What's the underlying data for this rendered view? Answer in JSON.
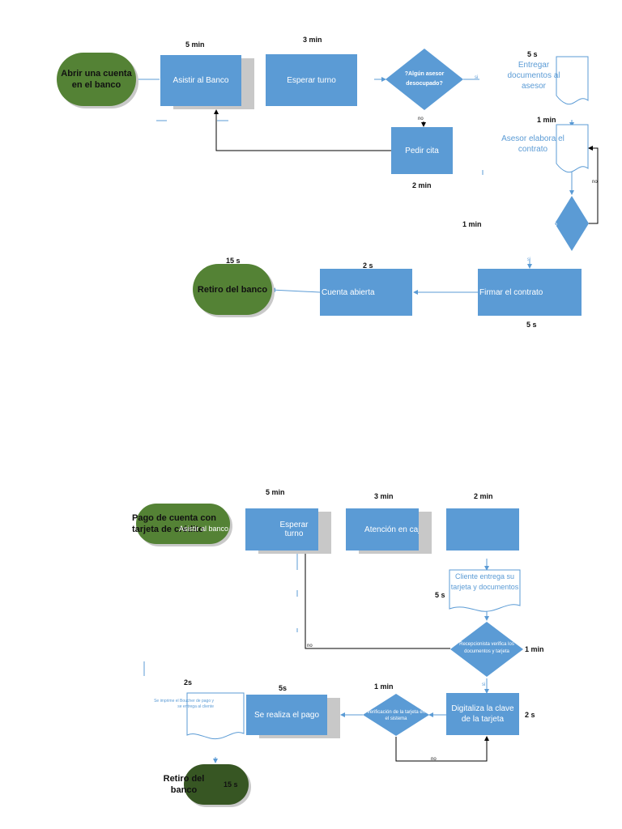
{
  "diagram1": {
    "start": "Abrir una cuenta en el banco",
    "assist": "Asistir al Banco",
    "wait": "Esperar turno",
    "decision": "?Algún asesor desocupado?",
    "appointment": "Pedir cita",
    "deliver_docs": "Entregar documentos al asesor",
    "contract_prep": "Asesor elabora el contrato",
    "sign": "Firmar el contrato",
    "account_open": "Cuenta abierta",
    "end": "Retiro del banco",
    "t_assist": "5 min",
    "t_wait": "3 min",
    "t_deliver": "5 s",
    "t_contract": "1 min",
    "t_appointment": "2 min",
    "t_decision2": "1 min",
    "t_end": "15 s",
    "t_account": "2 s",
    "t_sign": "5 s",
    "no1": "no",
    "no2": "no",
    "si1": "si",
    "si2": "si",
    "diamond2_text": "o"
  },
  "diagram2": {
    "start": "Pago de cuenta con tarjeta de crédito",
    "assist": "Asistir al banco",
    "wait": "Esperar turno",
    "attention": "Atención en caja",
    "client_delivers": "Cliente entrega su tarjeta y documentos",
    "verify": "Recepcionista verifica los documentos y tarjeta",
    "key": "Digitaliza la clave de la tarjeta",
    "system_check": "Verificación de la tarjeta en el sistema",
    "payment": "Se realiza el pago",
    "voucher": "Se imprime el Boucher de pago y se entrega al cliente",
    "end": "Retiro del banco",
    "t_wait": "5 min",
    "t_attention": "3 min",
    "t_box3": "2 min",
    "t_client": "5 s",
    "t_verify": "1 min",
    "t_system": "1 min",
    "t_payment": "5s",
    "t_voucher": "2s",
    "t_key": "2 s",
    "t_end": "15 s",
    "no1": "no",
    "no2": "no",
    "si1": "si"
  }
}
